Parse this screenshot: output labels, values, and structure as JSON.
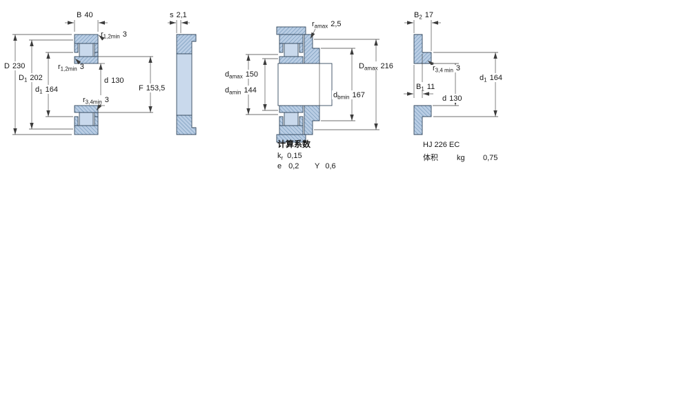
{
  "colors": {
    "part_fill": "#b9cde4",
    "part_fill_light": "#c9d9ec",
    "part_stroke": "#33475c",
    "hatch_line": "#6088ad",
    "dim_line": "#3c3c3c",
    "text": "#161616",
    "background": "#ffffff"
  },
  "main": {
    "B": {
      "sym": "B",
      "val": "40"
    },
    "r12a": {
      "sym": "r",
      "sub": "1,2min",
      "val": "3"
    },
    "r12b": {
      "sym": "r",
      "sub": "1,2min",
      "val": "3"
    },
    "D": {
      "sym": "D",
      "val": "230"
    },
    "D1": {
      "sym": "D",
      "sub": "1",
      "val": "202"
    },
    "d1": {
      "sym": "d",
      "sub": "1",
      "val": "164"
    },
    "d": {
      "sym": "d",
      "val": "130"
    },
    "r34": {
      "sym": "r",
      "sub": "3,4min",
      "val": "3"
    },
    "F": {
      "sym": "F",
      "val": "153,5"
    }
  },
  "side": {
    "s": {
      "sym": "s",
      "val": "2,1"
    }
  },
  "mounting": {
    "ramax": {
      "sym": "r",
      "sub": "amax",
      "val": "2,5"
    },
    "damax": {
      "sym": "d",
      "sub": "amax",
      "val": "150"
    },
    "damin": {
      "sym": "d",
      "sub": "amin",
      "val": "144"
    },
    "Damax": {
      "sym": "D",
      "sub": "amax",
      "val": "216"
    },
    "dbmin": {
      "sym": "d",
      "sub": "bmin",
      "val": "167"
    }
  },
  "ring": {
    "B2": {
      "sym": "B",
      "sub": "2",
      "val": "17"
    },
    "r34min": {
      "sym": "r",
      "sub": "3,4 min",
      "val": "3"
    },
    "B1": {
      "sym": "B",
      "sub": "1",
      "val": "11"
    },
    "d1": {
      "sym": "d",
      "sub": "1",
      "val": "164"
    },
    "d": {
      "sym": "d",
      "val": "130"
    }
  },
  "calc": {
    "heading": "计算系数",
    "kr": {
      "sym": "k",
      "sub": "r",
      "val": "0,15"
    },
    "e": {
      "sym": "e",
      "val": "0,2"
    },
    "Y": {
      "sym": "Y",
      "val": "0,6"
    }
  },
  "ring_info": {
    "designation": "HJ 226 EC",
    "mass_label": "体积",
    "unit": "kg",
    "value": "0,75"
  }
}
